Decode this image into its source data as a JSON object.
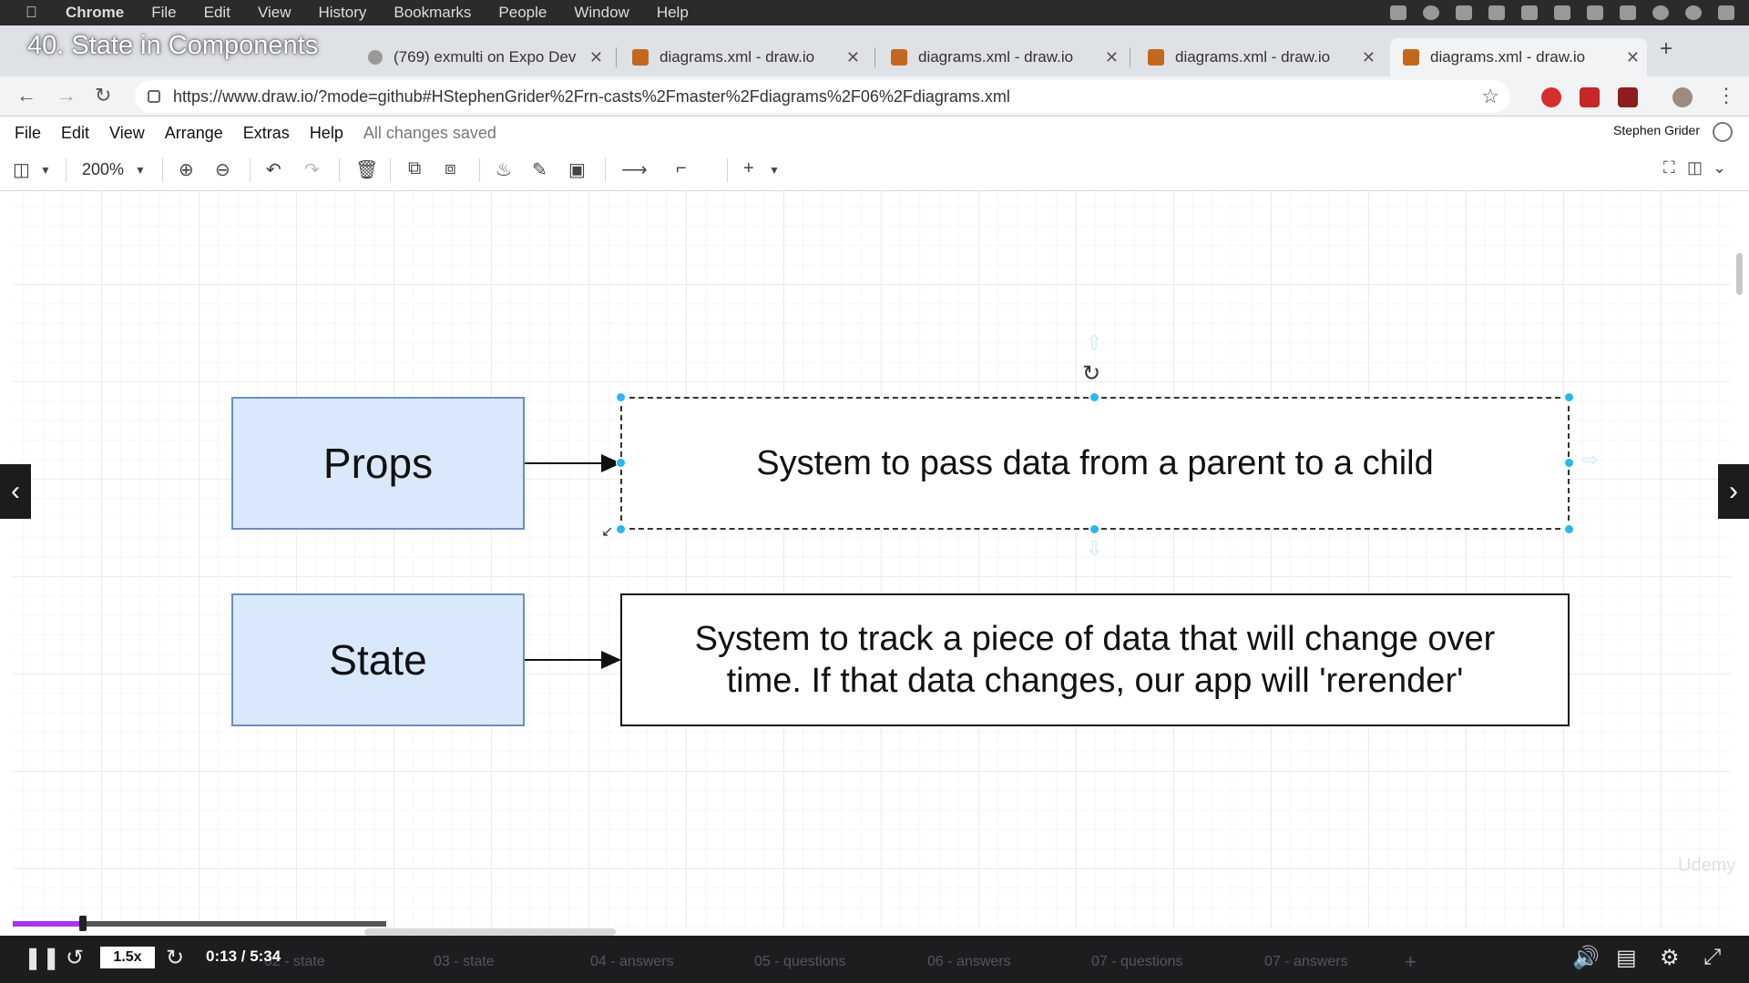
{
  "mac_menu": {
    "app": "Chrome",
    "items": [
      "File",
      "Edit",
      "View",
      "History",
      "Bookmarks",
      "People",
      "Window",
      "Help"
    ]
  },
  "video": {
    "title": "40. State in Components",
    "watermark": "Udemy",
    "speed": "1.5x",
    "time": "0:13 / 5:34",
    "progress": 0.04
  },
  "tabs": [
    {
      "label": "(769) exmulti on Expo Dev",
      "icon": "expo-icon"
    },
    {
      "label": "diagrams.xml - draw.io",
      "icon": "drawio-icon"
    },
    {
      "label": "diagrams.xml - draw.io",
      "icon": "drawio-icon"
    },
    {
      "label": "diagrams.xml - draw.io",
      "icon": "drawio-icon"
    },
    {
      "label": "diagrams.xml - draw.io",
      "icon": "drawio-icon",
      "active": true
    }
  ],
  "address": {
    "url": "https://www.draw.io/?mode=github#HStephenGrider%2Frn-casts%2Fmaster%2Fdiagrams%2F06%2Fdiagrams.xml"
  },
  "menu": {
    "file": "File",
    "edit": "Edit",
    "view": "View",
    "arrange": "Arrange",
    "extras": "Extras",
    "help": "Help",
    "status": "All changes saved",
    "user": "Stephen Grider"
  },
  "toolbar": {
    "zoom": "200%"
  },
  "diagram": {
    "props_label": "Props",
    "props_desc": "System to pass data from a parent to a child",
    "state_label": "State",
    "state_desc_line1": "System to track a piece of data that will change over",
    "state_desc_line2": "time.  If that data changes, our app will 'rerender'"
  },
  "page_tabs": [
    "02 - state",
    "03 - state",
    "04 - answers",
    "05 - questions",
    "06 - answers",
    "07 - questions",
    "07 - answers"
  ],
  "colors": {
    "box_fill": "#dae8fc",
    "box_stroke": "#6c8ebf",
    "selection_handle": "#29b6f2",
    "progress": "#a435f0"
  }
}
